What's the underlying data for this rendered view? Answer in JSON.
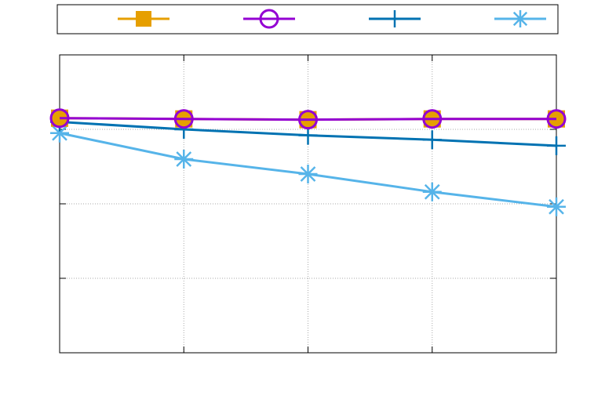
{
  "chart_data": {
    "type": "line",
    "x": [
      1,
      2,
      3,
      4,
      5
    ],
    "xlim": [
      1,
      5
    ],
    "ylim": [
      0,
      4
    ],
    "grid": true,
    "legend_position": "top",
    "series": [
      {
        "values": [
          3.15,
          3.14,
          3.13,
          3.14,
          3.14
        ],
        "color": "#e69f00",
        "marker": "square"
      },
      {
        "values": [
          3.15,
          3.14,
          3.13,
          3.14,
          3.14
        ],
        "color": "#9400d3",
        "marker": "circle"
      },
      {
        "values": [
          3.1,
          3.0,
          2.92,
          2.86,
          2.78
        ],
        "color": "#0072b2",
        "marker": "plus"
      },
      {
        "values": [
          2.95,
          2.6,
          2.4,
          2.16,
          1.96
        ],
        "color": "#56b4e9",
        "marker": "star"
      }
    ]
  }
}
